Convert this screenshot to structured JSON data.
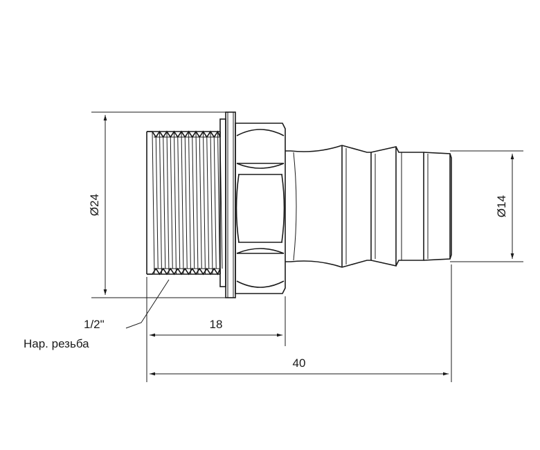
{
  "dimensions": {
    "outer_diameter": "Ø24",
    "barb_diameter": "Ø14",
    "thread_length": "18",
    "total_length": "40"
  },
  "thread_callout": {
    "size": "1/2\"",
    "type": "Нар. резьба"
  },
  "colors": {
    "line": "#1a1a1a",
    "background": "#ffffff"
  }
}
